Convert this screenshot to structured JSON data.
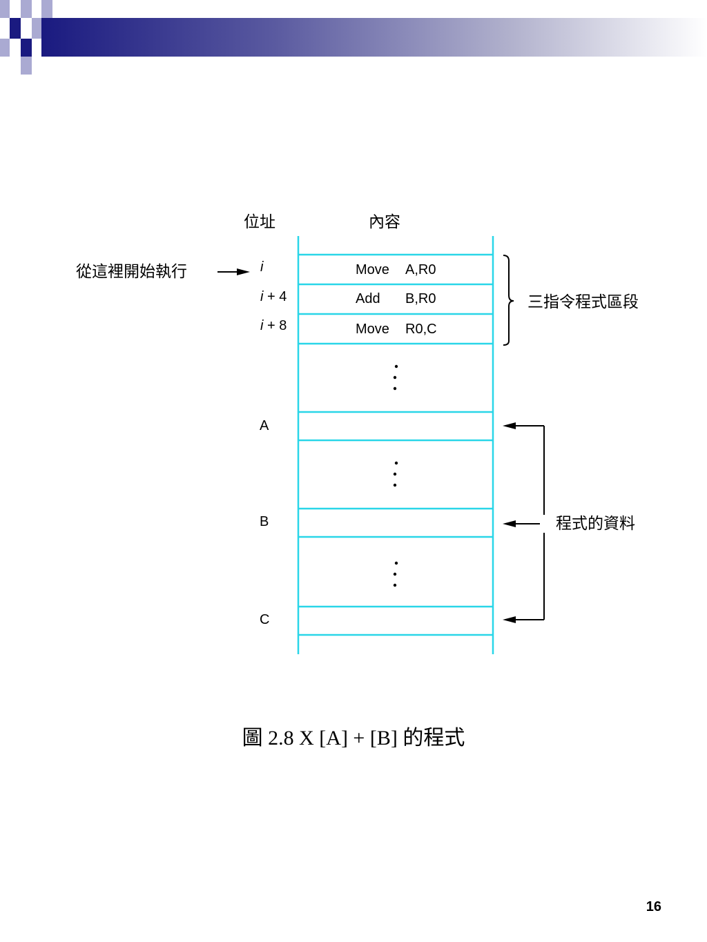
{
  "colors": {
    "accent_dark": "#1a1a80",
    "accent_light": "#aaaad2",
    "memory_lines": "#29d6e8"
  },
  "headers": {
    "address": "位址",
    "contents": "內容"
  },
  "start_label": "從這裡開始執行",
  "address_labels": {
    "i_var": "i",
    "i4_var": "i",
    "i4_suffix": " + 4",
    "i8_var": "i",
    "i8_suffix": " + 8",
    "a": "A",
    "b": "B",
    "c": "C"
  },
  "instructions": [
    {
      "op": "Move",
      "args": "A,R0"
    },
    {
      "op": "Add",
      "args": "B,R0"
    },
    {
      "op": "Move",
      "args": "R0,C"
    }
  ],
  "annotations": {
    "program_segment": "三指令程式區段",
    "program_data": "程式的資料"
  },
  "caption": "圖 2.8  X  [A] + [B] 的程式",
  "page_number": "16"
}
